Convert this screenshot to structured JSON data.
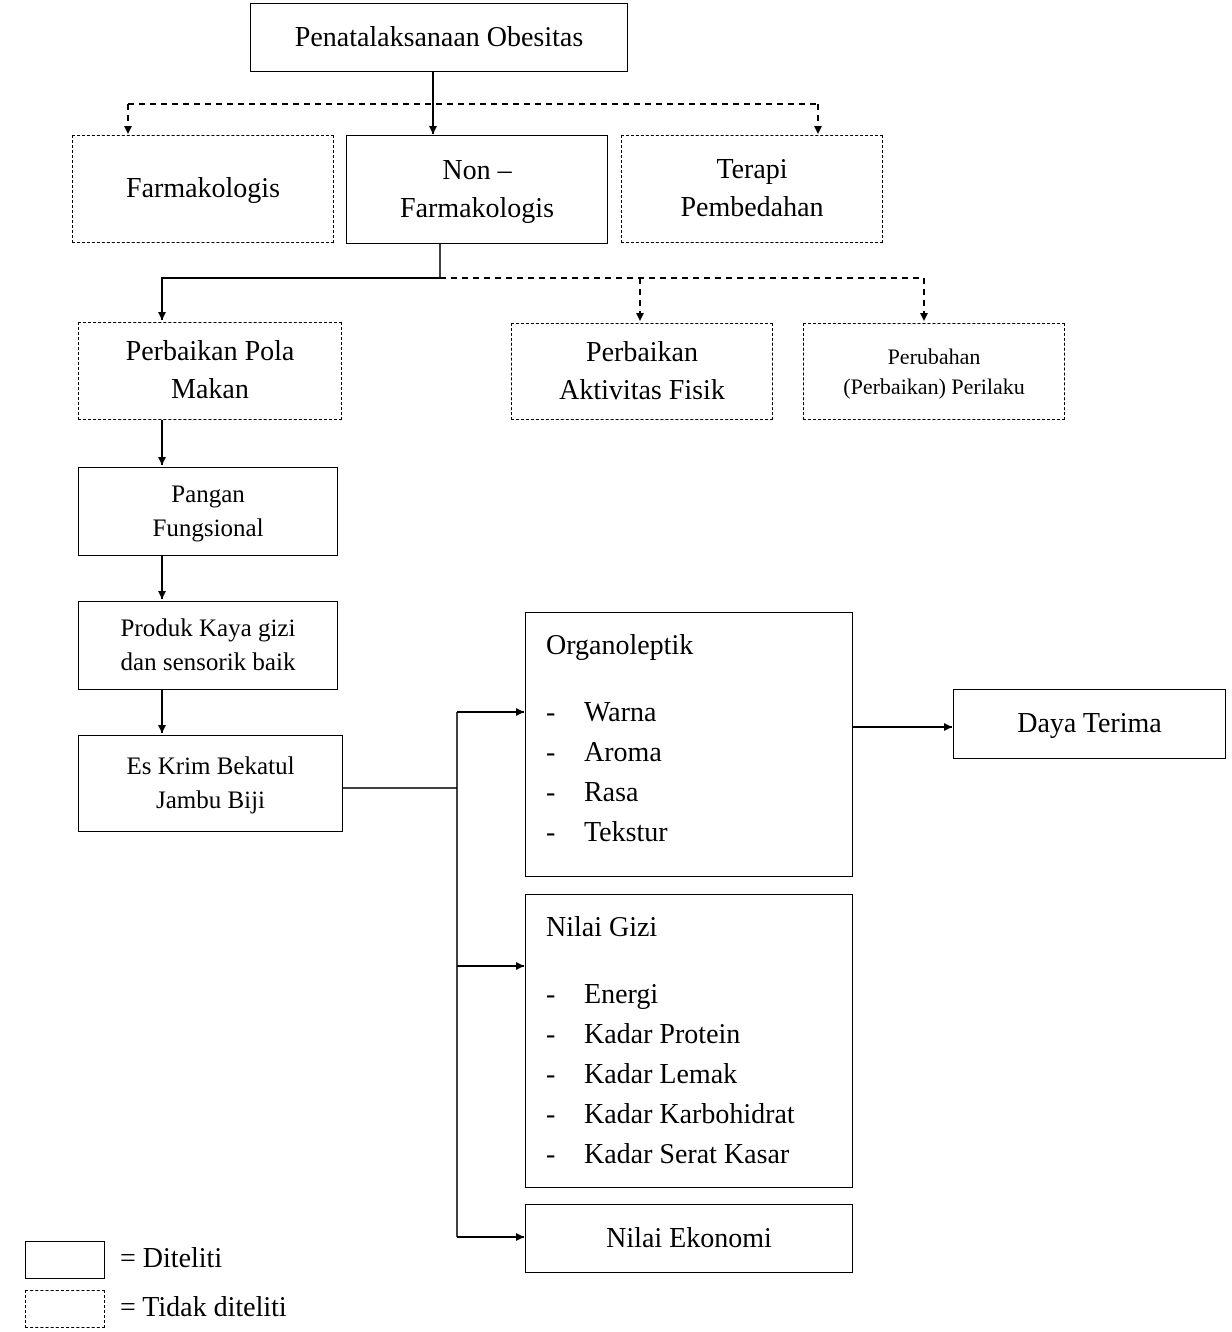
{
  "nodes": {
    "root": "Penatalaksanaan Obesitas",
    "farmakologis": "Farmakologis",
    "non_farmakologis": [
      "Non –",
      "Farmakologis"
    ],
    "terapi": [
      "Terapi",
      "Pembedahan"
    ],
    "pola_makan": [
      "Perbaikan Pola",
      "Makan"
    ],
    "aktivitas": [
      "Perbaikan",
      "Aktivitas Fisik"
    ],
    "perilaku": [
      "Perubahan",
      "(Perbaikan) Perilaku"
    ],
    "pangan": [
      "Pangan",
      "Fungsional"
    ],
    "produk": [
      "Produk Kaya gizi",
      "dan sensorik baik"
    ],
    "es_krim": [
      "Es Krim Bekatul",
      "Jambu Biji"
    ],
    "organoleptik": {
      "title": "Organoleptik",
      "items": [
        "Warna",
        "Aroma",
        "Rasa",
        "Tekstur"
      ]
    },
    "nilai_gizi": {
      "title": "Nilai Gizi",
      "items": [
        "Energi",
        "Kadar Protein",
        "Kadar Lemak",
        "Kadar Karbohidrat",
        "Kadar Serat Kasar"
      ]
    },
    "nilai_ekonomi": "Nilai Ekonomi",
    "daya_terima": "Daya Terima"
  },
  "list_dash": "-",
  "legend": {
    "solid": "= Diteliti",
    "dashed": "= Tidak diteliti"
  }
}
